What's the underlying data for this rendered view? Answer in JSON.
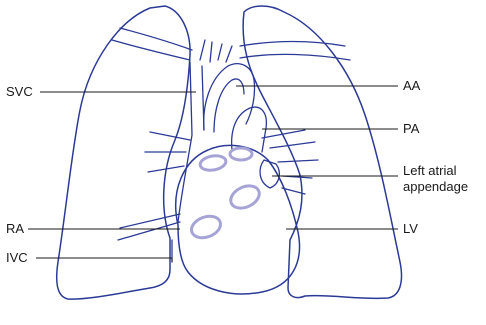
{
  "labels": {
    "svc": "SVC",
    "ra": "RA",
    "ivc": "IVC",
    "aa": "AA",
    "pa": "PA",
    "laa_line1": "Left atrial",
    "laa_line2": "appendage",
    "lv": "LV"
  },
  "colors": {
    "outline": "#2b3a97",
    "valve": "#a6a4d6",
    "leader": "#1a1a1a"
  }
}
